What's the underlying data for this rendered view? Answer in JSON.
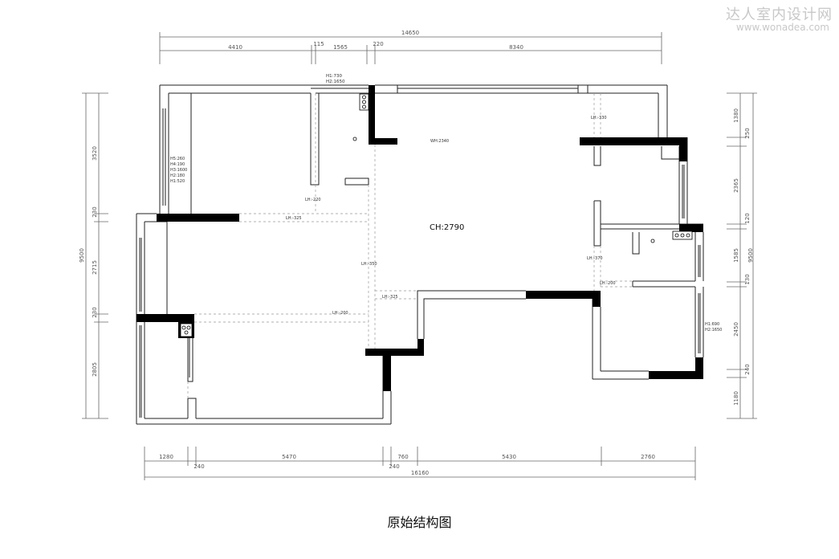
{
  "watermark": {
    "cn": "达人室内设计网",
    "url": "www.wonadea.com"
  },
  "caption": "原始结构图",
  "colors": {
    "line": "#222222",
    "dim": "#666666",
    "wall": "#000000",
    "dash": "#999999"
  },
  "dims": {
    "top_total": "14650",
    "top_a": "4410",
    "top_b": "115",
    "top_c": "1565",
    "top_d": "220",
    "top_e": "8340",
    "bottom_total": "16160",
    "bottom_a": "1280",
    "bottom_b": "240",
    "bottom_c": "5470",
    "bottom_d": "240",
    "bottom_e": "760",
    "bottom_f": "5430",
    "bottom_g": "2760",
    "left_total": "9500",
    "left_a": "3520",
    "left_b": "230",
    "left_c": "2715",
    "left_d": "230",
    "left_e": "2805",
    "right_total": "9500",
    "right_a": "1380",
    "right_b": "250",
    "right_c": "2365",
    "right_d": "120",
    "right_e": "1585",
    "right_f": "130",
    "right_g": "2450",
    "right_h": "240",
    "right_i": "1180"
  },
  "labels": {
    "ch": "CH:2790",
    "wh": "WH:2340",
    "top_window_h1": "H1:730",
    "top_window_h2": "H2:1650",
    "left_window": [
      "H5:260",
      "H4:190",
      "H3:1600",
      "H2:180",
      "H1:520"
    ],
    "right_window": [
      "H1:690",
      "H2:1650"
    ],
    "lh_220": "LH:-220",
    "lh_325a": "LH:-325",
    "lh_350": "LH:-350",
    "lh_200a": "LH:-200",
    "lh_325b": "LH:-325",
    "lh_330": "LH:-330",
    "lh_370": "LH:-370",
    "lh_200b": "LH:-200"
  }
}
